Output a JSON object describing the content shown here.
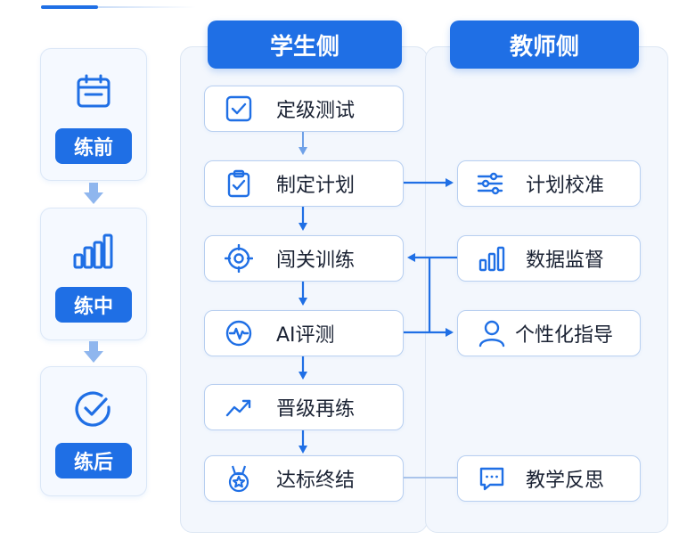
{
  "stages": [
    {
      "label": "练前",
      "icon": "calendar-icon"
    },
    {
      "label": "练中",
      "icon": "bar-chart-icon"
    },
    {
      "label": "练后",
      "icon": "check-circle-icon"
    }
  ],
  "student_column": {
    "title": "学生侧",
    "steps": [
      {
        "label": "定级测试",
        "icon": "checkbox-icon"
      },
      {
        "label": "制定计划",
        "icon": "clipboard-check-icon"
      },
      {
        "label": "闯关训练",
        "icon": "target-icon"
      },
      {
        "label": "AI评测",
        "icon": "pulse-icon"
      },
      {
        "label": "晋级再练",
        "icon": "trend-up-icon"
      },
      {
        "label": "达标终结",
        "icon": "medal-icon"
      }
    ]
  },
  "teacher_column": {
    "title": "教师侧",
    "steps": [
      {
        "label": "计划校准",
        "icon": "sliders-icon"
      },
      {
        "label": "数据监督",
        "icon": "bar-chart-icon"
      },
      {
        "label": "个性化指导",
        "icon": "user-icon"
      },
      {
        "label": "教学反思",
        "icon": "chat-bubble-icon"
      }
    ]
  },
  "colors": {
    "accent": "#1f6fe5",
    "border": "#b8cff0",
    "panel": "#f3f7fd"
  }
}
